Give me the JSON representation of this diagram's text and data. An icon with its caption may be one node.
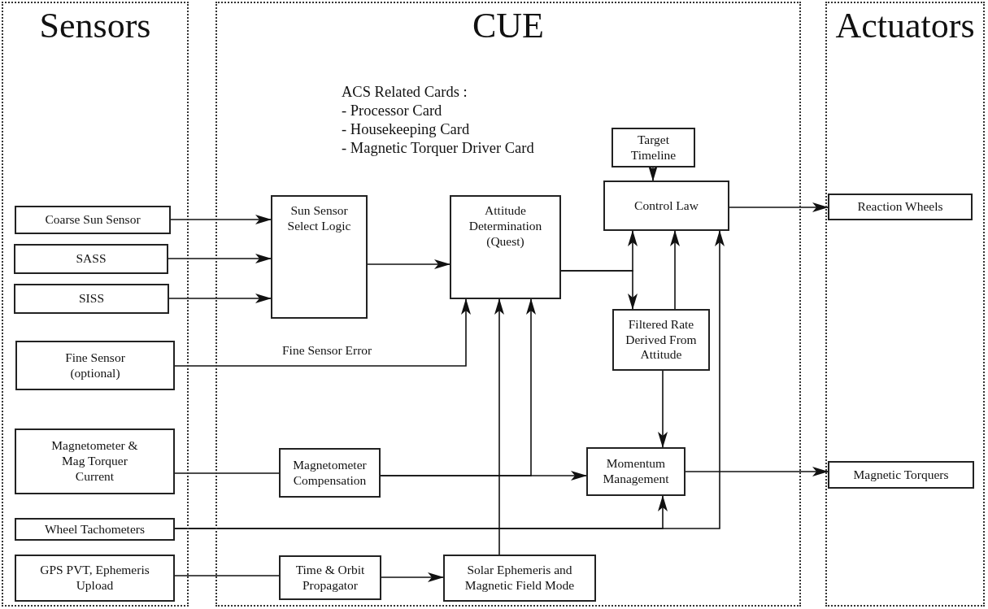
{
  "diagram": {
    "nodes": [
      {
        "text": [
          "Sensors"
        ]
      },
      {
        "text": [
          "CUE",
          "ACS Related Cards :",
          "- Processor Card",
          "- Housekeeping Card",
          "- Magnetic Torquer Driver Card"
        ]
      },
      {
        "text": [
          "Actuators"
        ]
      },
      {
        "text": [
          "Coarse Sun Sensor"
        ],
        "in": 0
      },
      {
        "text": [
          "SASS"
        ],
        "in": 0
      },
      {
        "text": [
          "SISS"
        ],
        "in": 0
      },
      {
        "text": [
          "Fine Sensor (optional)"
        ],
        "in": 0
      },
      {
        "text": [
          "Magnetometer & Mag Torquer Current"
        ],
        "in": 0
      },
      {
        "text": [
          "Wheel Tachometers"
        ],
        "in": 0
      },
      {
        "text": [
          "GPS PVT, Ephemeris Upload"
        ],
        "in": 0
      },
      {
        "text": [
          "Sun Sensor Select Logic"
        ],
        "in": 1
      },
      {
        "text": [
          "Attitude Determination (Quest)"
        ],
        "in": 1
      },
      {
        "text": [
          "Target Timeline"
        ],
        "in": 1
      },
      {
        "text": [
          "Control Law"
        ],
        "in": 1
      },
      {
        "text": [
          "Filtered Rate Derived From Attitude"
        ],
        "in": 1
      },
      {
        "text": [
          "Magnetometer Compensation"
        ],
        "in": 1
      },
      {
        "text": [
          "Momentum Management"
        ],
        "in": 1
      },
      {
        "text": [
          "Time & Orbit Propagator"
        ],
        "in": 1
      },
      {
        "text": [
          "Solar Ephemeris and Magnetic Field Mode"
        ],
        "in": 1
      },
      {
        "text": [
          "Reaction Wheels"
        ],
        "in": 2
      },
      {
        "text": [
          "Magnetic Torquers"
        ],
        "in": 2
      }
    ],
    "edges": [
      {
        "from": 3,
        "to": 10,
        "arrow": "to"
      },
      {
        "from": 4,
        "to": 10,
        "arrow": "to"
      },
      {
        "from": 5,
        "to": 10,
        "arrow": "to"
      },
      {
        "from": 10,
        "to": 11,
        "arrow": "to"
      },
      {
        "from": 6,
        "to": 11,
        "arrow": "to",
        "label": "Fine Sensor Error"
      },
      {
        "from": 12,
        "to": 13,
        "arrow": "to"
      },
      {
        "from": 13,
        "to": 19,
        "arrow": "to"
      },
      {
        "from": 11,
        "to": 13,
        "arrow": "to"
      },
      {
        "from": 11,
        "to": 14,
        "arrow": "to"
      },
      {
        "from": 14,
        "to": 13,
        "arrow": "to"
      },
      {
        "from": 14,
        "to": 16,
        "arrow": "to"
      },
      {
        "from": 7,
        "to": 15,
        "arrow": "none"
      },
      {
        "from": 15,
        "to": 16,
        "arrow": "to"
      },
      {
        "from": 15,
        "to": 11,
        "arrow": "to"
      },
      {
        "from": 16,
        "to": 20,
        "arrow": "to"
      },
      {
        "from": 8,
        "to": 16,
        "arrow": "to"
      },
      {
        "from": 8,
        "to": 13,
        "arrow": "to"
      },
      {
        "from": 9,
        "to": 17,
        "arrow": "none"
      },
      {
        "from": 17,
        "to": 18,
        "arrow": "to"
      },
      {
        "from": 18,
        "to": 11,
        "arrow": "to"
      }
    ]
  }
}
